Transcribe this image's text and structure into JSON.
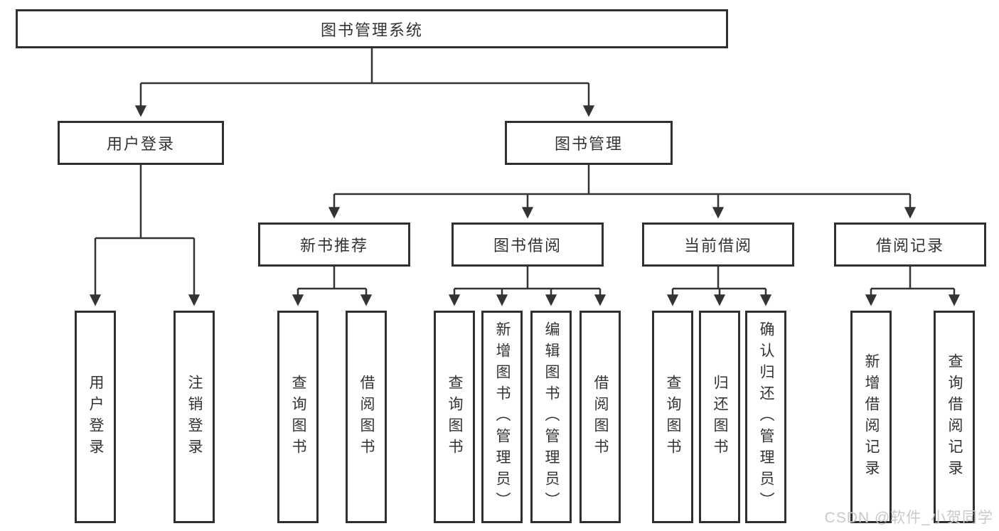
{
  "diagram": {
    "root": {
      "label": "图书管理系统"
    },
    "level2": [
      {
        "label": "用户登录"
      },
      {
        "label": "图书管理"
      }
    ],
    "level3": [
      {
        "label": "新书推荐",
        "parent": "图书管理"
      },
      {
        "label": "图书借阅",
        "parent": "图书管理"
      },
      {
        "label": "当前借阅",
        "parent": "图书管理"
      },
      {
        "label": "借阅记录",
        "parent": "图书管理"
      }
    ],
    "leaves": [
      {
        "label": "用户登录",
        "parent": "用户登录"
      },
      {
        "label": "注销登录",
        "parent": "用户登录"
      },
      {
        "label": "查询图书",
        "parent": "新书推荐"
      },
      {
        "label": "借阅图书",
        "parent": "新书推荐"
      },
      {
        "label": "查询图书",
        "parent": "图书借阅"
      },
      {
        "label": "新增图书（管理员）",
        "parent": "图书借阅"
      },
      {
        "label": "编辑图书（管理员）",
        "parent": "图书借阅"
      },
      {
        "label": "借阅图书",
        "parent": "图书借阅"
      },
      {
        "label": "查询图书",
        "parent": "当前借阅"
      },
      {
        "label": "归还图书",
        "parent": "当前借阅"
      },
      {
        "label": "确认归还（管理员）",
        "parent": "当前借阅"
      },
      {
        "label": "新增借阅记录",
        "parent": "借阅记录"
      },
      {
        "label": "查询借阅记录",
        "parent": "借阅记录"
      }
    ]
  },
  "watermark": {
    "text": "CSDN @软件_小贺同学",
    "color": "#c9c9cb"
  },
  "colors": {
    "line": "#333333",
    "box_border": "#2f2f2f",
    "text": "#333333",
    "background": "#ffffff",
    "watermark": "#c9c9cb"
  }
}
